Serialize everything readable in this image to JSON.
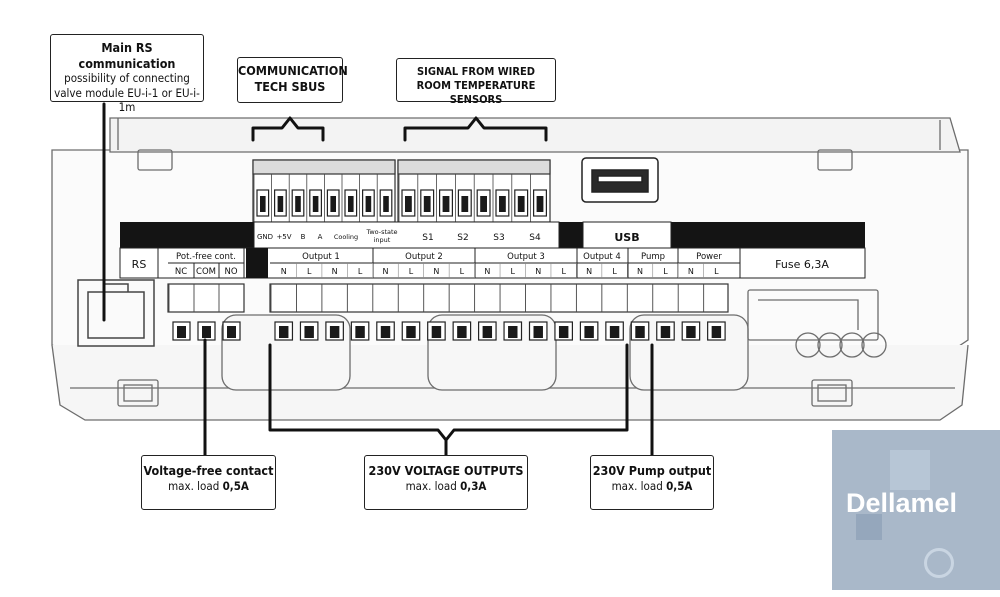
{
  "callouts": {
    "rs": {
      "title": "Main RS communication",
      "line1": "possibility of connecting",
      "line2": "valve module EU-i-1 or EU-i-1m"
    },
    "sbus": {
      "line1": "COMMUNICATION",
      "line2": "TECH SBUS"
    },
    "signal": {
      "line1": "SIGNAL FROM WIRED",
      "line2": "ROOM TEMPERATURE SENSORS"
    },
    "vfree": {
      "title": "Voltage-free contact",
      "prefix": "max. load",
      "value": "0,5A"
    },
    "outputs": {
      "title": "230V VOLTAGE OUTPUTS",
      "prefix": "max. load",
      "value": "0,3A"
    },
    "pump": {
      "title": "230V Pump output",
      "prefix": "max. load",
      "value": "0,5A"
    }
  },
  "top_labels": {
    "gnd": "GND",
    "v5": "+5V",
    "b": "B",
    "a": "A",
    "cooling": "Cooling",
    "twostate1": "Two-state",
    "twostate2": "input",
    "s1": "S1",
    "s2": "S2",
    "s3": "S3",
    "s4": "S4",
    "usb": "USB"
  },
  "bottom_labels": {
    "rs": "RS",
    "potfree": "Pot.-free cont.",
    "nc": "NC",
    "com": "COM",
    "no": "NO",
    "output1": "Output 1",
    "output2": "Output 2",
    "output3": "Output 3",
    "output4": "Output 4",
    "pump": "Pump",
    "power": "Power",
    "fuse": "Fuse 6,3A",
    "n": "N",
    "l": "L"
  },
  "watermark": "Dellamel"
}
